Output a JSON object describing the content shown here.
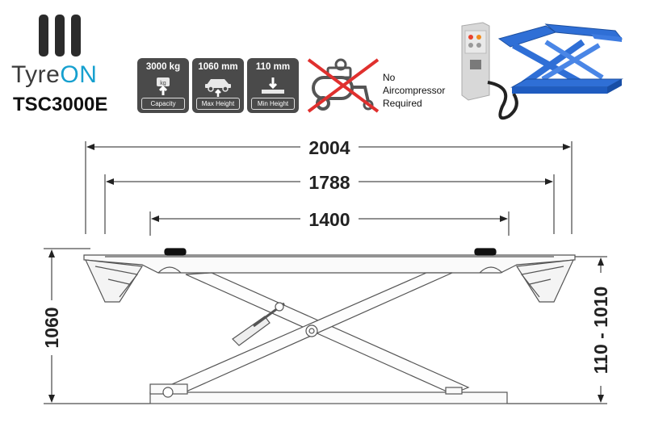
{
  "brand": {
    "name_part1": "Tyre",
    "name_part2": "ON",
    "model": "TSC3000E"
  },
  "badges": [
    {
      "value": "3000 kg",
      "label": "Capacity",
      "icon": "weight-icon"
    },
    {
      "value": "1060 mm",
      "label": "Max Height",
      "icon": "car-lift-up-icon"
    },
    {
      "value": "110 mm",
      "label": "Min Height",
      "icon": "lowered-down-icon"
    }
  ],
  "compressor_note": {
    "line1": "No",
    "line2": "Aircompressor",
    "line3": "Required",
    "icon": "crossed-compressor-icon"
  },
  "dimensions": {
    "overall_length": "2004",
    "platform_length": "1788",
    "pad_spacing": "1400",
    "max_height": "1060",
    "height_range": "110 - 1010"
  },
  "colors": {
    "accent": "#16a0cf",
    "lift_blue": "#2f6fd6",
    "badge_bg": "#4a4a4a"
  }
}
